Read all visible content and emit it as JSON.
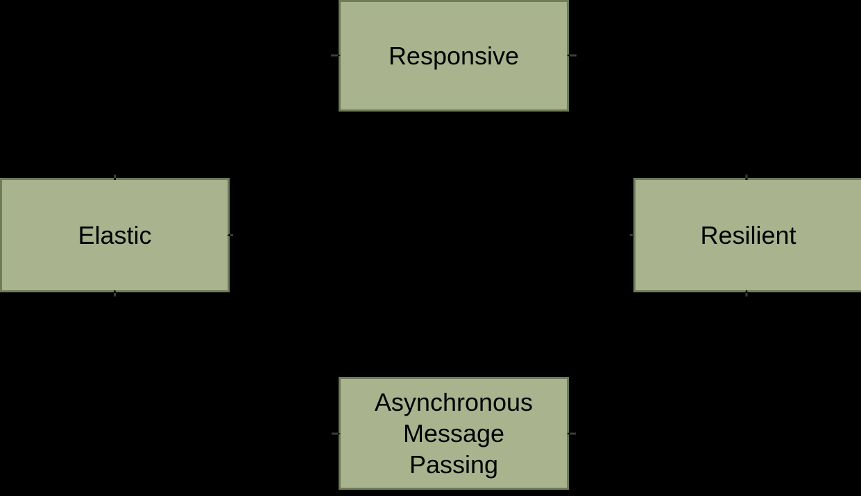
{
  "diagram": {
    "nodes": {
      "responsive": {
        "label": "Responsive"
      },
      "elastic": {
        "label": "Elastic"
      },
      "resilient": {
        "label": "Resilient"
      },
      "message_passing": {
        "label": "Asynchronous\nMessage\nPassing"
      }
    },
    "colors": {
      "background": "#000000",
      "node_fill": "#a9b48f",
      "node_border": "#6e7d57",
      "node_text": "#000000",
      "connector": "#000000",
      "connector_tip_mark": "#3c3c3c"
    }
  }
}
